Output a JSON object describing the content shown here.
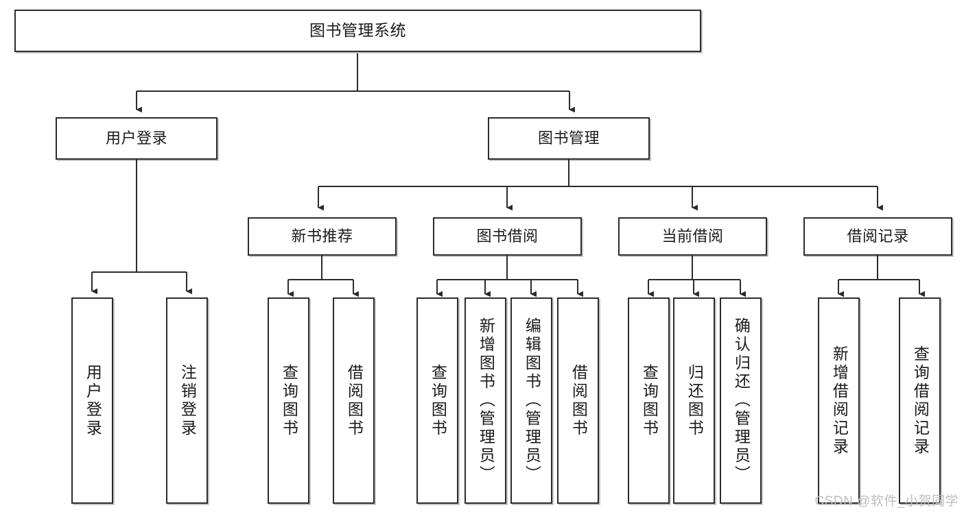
{
  "diagram": {
    "type": "tree-hierarchy-chart",
    "title": "图书管理系统",
    "colors": {
      "stroke": "#2b2b2b",
      "fill": "#ffffff",
      "text": "#1a1a1a",
      "watermark": "#bdbdbd",
      "background": "#ffffff"
    },
    "watermark": "CSDN @软件_小贺同学",
    "nodes": {
      "root": {
        "label": "图书管理系统",
        "level": 1,
        "orientation": "horizontal"
      },
      "level2": [
        {
          "id": "user-login",
          "label": "用户登录"
        },
        {
          "id": "book-management",
          "label": "图书管理"
        }
      ],
      "level3": [
        {
          "id": "new-book-recommend",
          "label": "新书推荐"
        },
        {
          "id": "book-borrow",
          "label": "图书借阅"
        },
        {
          "id": "current-borrow",
          "label": "当前借阅"
        },
        {
          "id": "borrow-record",
          "label": "借阅记录"
        }
      ],
      "leaves": [
        {
          "id": "leaf-user-login",
          "label": "用户登录",
          "parent": "user-login"
        },
        {
          "id": "leaf-logout-login",
          "label": "注销登录",
          "parent": "user-login"
        },
        {
          "id": "leaf-query-book-1",
          "label": "查询图书",
          "parent": "new-book-recommend"
        },
        {
          "id": "leaf-borrow-book-1",
          "label": "借阅图书",
          "parent": "new-book-recommend"
        },
        {
          "id": "leaf-query-book-2",
          "label": "查询图书",
          "parent": "book-borrow"
        },
        {
          "id": "leaf-add-book-admin",
          "label": "新增图书（管理员）",
          "parent": "book-borrow"
        },
        {
          "id": "leaf-edit-book-admin",
          "label": "编辑图书（管理员）",
          "parent": "book-borrow"
        },
        {
          "id": "leaf-borrow-book-2",
          "label": "借阅图书",
          "parent": "book-borrow"
        },
        {
          "id": "leaf-query-book-3",
          "label": "查询图书",
          "parent": "current-borrow"
        },
        {
          "id": "leaf-return-book",
          "label": "归还图书",
          "parent": "current-borrow"
        },
        {
          "id": "leaf-confirm-return-admin",
          "label": "确认归还（管理员）",
          "parent": "current-borrow"
        },
        {
          "id": "leaf-add-borrow-record",
          "label": "新增借阅记录",
          "parent": "borrow-record"
        },
        {
          "id": "leaf-query-borrow-record",
          "label": "查询借阅记录",
          "parent": "borrow-record"
        }
      ]
    }
  }
}
